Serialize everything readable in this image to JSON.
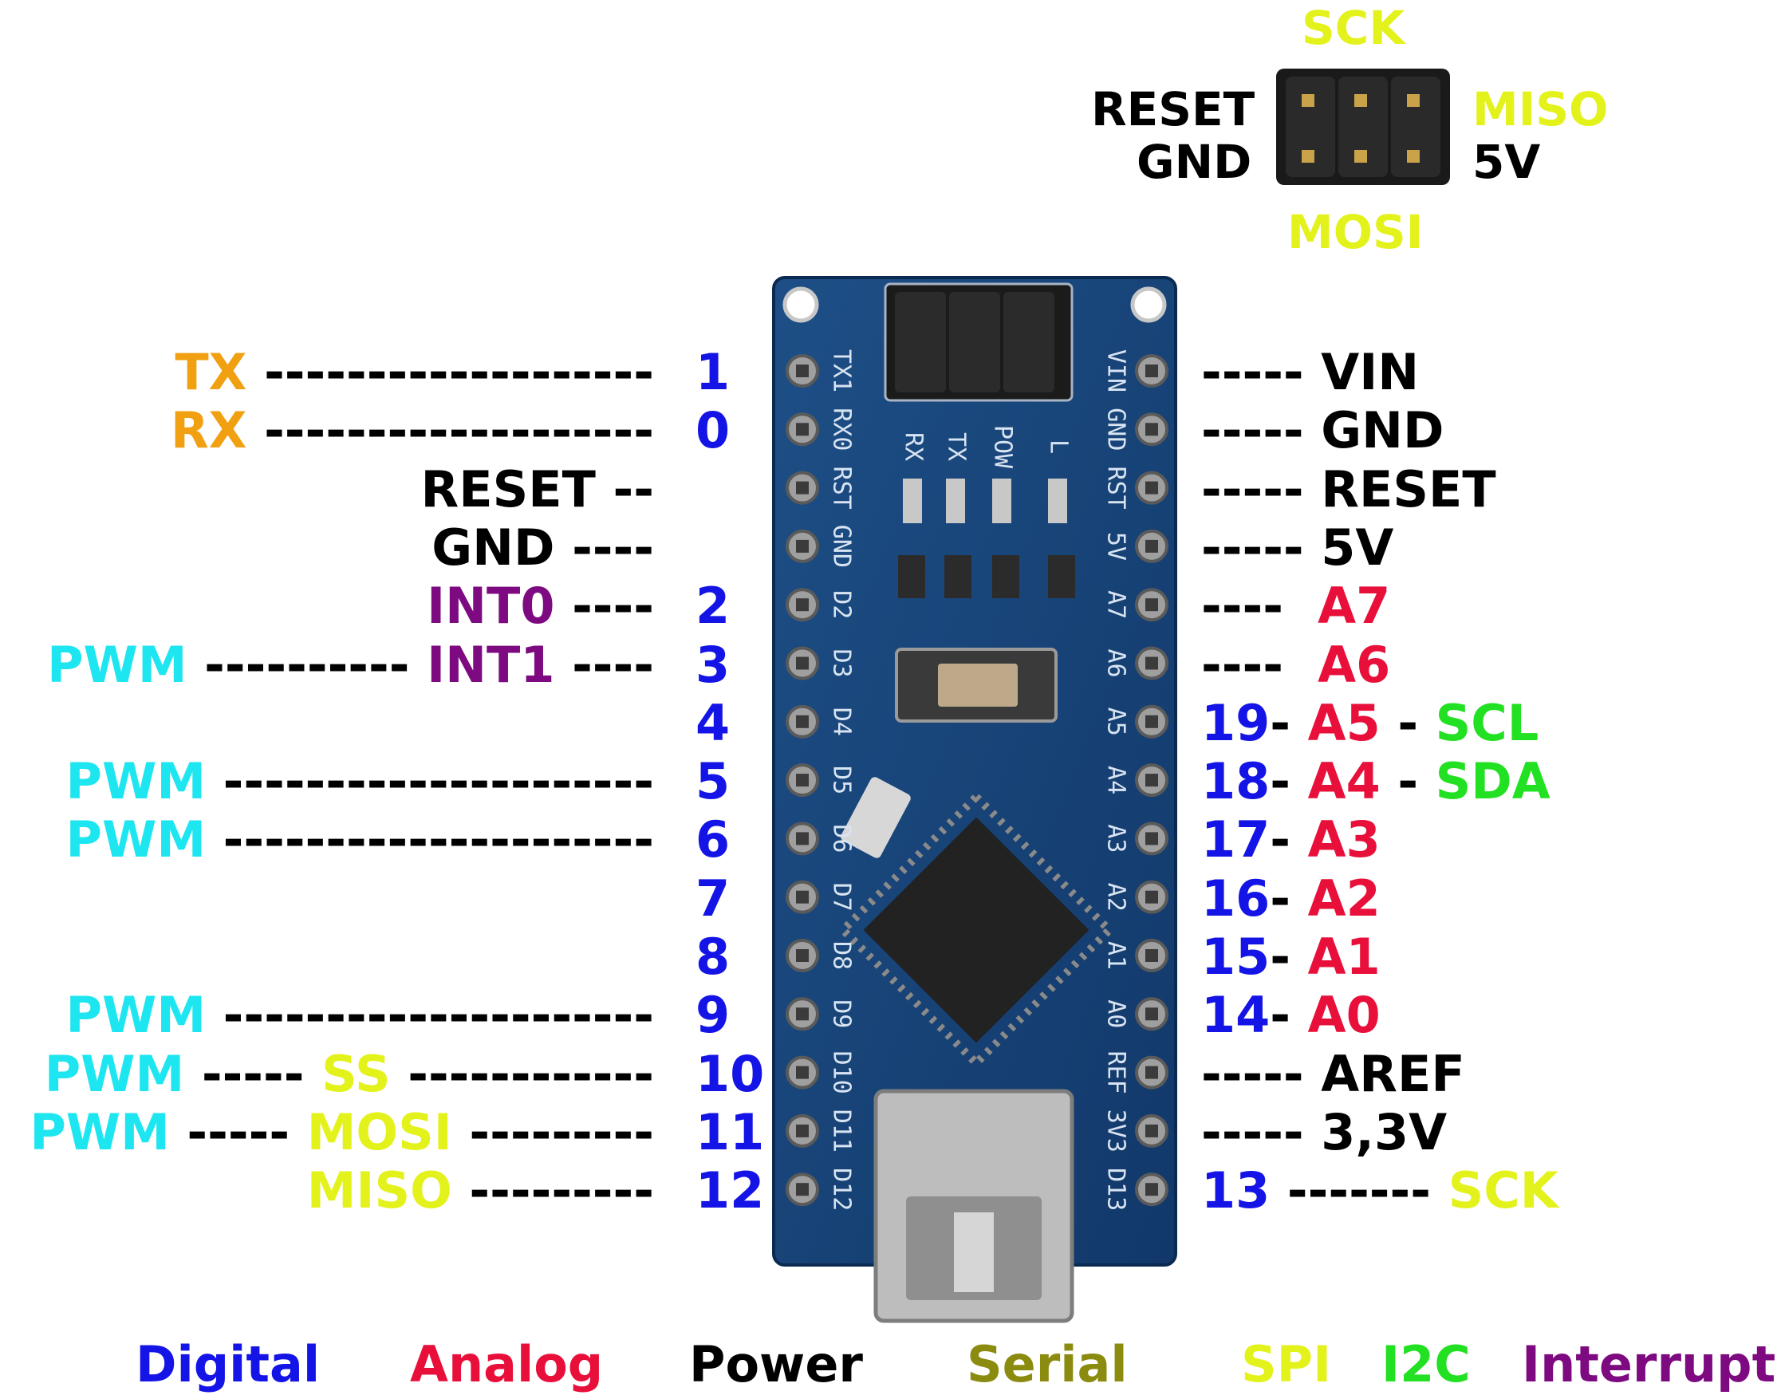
{
  "colors": {
    "digital": "#1414e6",
    "analog": "#e8103a",
    "power": "#000000",
    "serial": "#8b8b10",
    "spi": "#e4f21c",
    "i2c": "#22e022",
    "interrupt": "#7d0a80",
    "uart": "#f0a010",
    "pwm": "#1ee6f0"
  },
  "icsp": {
    "top": "SCK",
    "left_upper": "RESET",
    "left_lower": "GND",
    "right_upper": "MISO",
    "right_lower": "5V",
    "bottom": "MOSI"
  },
  "left_rows": [
    {
      "segments": [
        {
          "t": "TX",
          "c": "uart"
        },
        {
          "t": " -------------------",
          "c": "power"
        }
      ],
      "num": "1"
    },
    {
      "segments": [
        {
          "t": "RX",
          "c": "uart"
        },
        {
          "t": " -------------------",
          "c": "power"
        }
      ],
      "num": "0"
    },
    {
      "segments": [
        {
          "t": "RESET --",
          "c": "power"
        }
      ],
      "num": ""
    },
    {
      "segments": [
        {
          "t": "GND ----",
          "c": "power"
        }
      ],
      "num": ""
    },
    {
      "segments": [
        {
          "t": "INT0",
          "c": "interrupt"
        },
        {
          "t": " ----",
          "c": "power"
        }
      ],
      "num": "2"
    },
    {
      "segments": [
        {
          "t": "PWM",
          "c": "pwm"
        },
        {
          "t": " ---------- ",
          "c": "power"
        },
        {
          "t": "INT1",
          "c": "interrupt"
        },
        {
          "t": " ----",
          "c": "power"
        }
      ],
      "num": "3"
    },
    {
      "segments": [],
      "num": "4"
    },
    {
      "segments": [
        {
          "t": "PWM",
          "c": "pwm"
        },
        {
          "t": " ---------------------",
          "c": "power"
        }
      ],
      "num": "5"
    },
    {
      "segments": [
        {
          "t": "PWM",
          "c": "pwm"
        },
        {
          "t": " ---------------------",
          "c": "power"
        }
      ],
      "num": "6"
    },
    {
      "segments": [],
      "num": "7"
    },
    {
      "segments": [],
      "num": "8"
    },
    {
      "segments": [
        {
          "t": "PWM",
          "c": "pwm"
        },
        {
          "t": " ---------------------",
          "c": "power"
        }
      ],
      "num": "9"
    },
    {
      "segments": [
        {
          "t": "PWM",
          "c": "pwm"
        },
        {
          "t": " ----- ",
          "c": "power"
        },
        {
          "t": "SS",
          "c": "spi"
        },
        {
          "t": " ------------",
          "c": "power"
        }
      ],
      "num": "10"
    },
    {
      "segments": [
        {
          "t": "PWM",
          "c": "pwm"
        },
        {
          "t": " ----- ",
          "c": "power"
        },
        {
          "t": "MOSI",
          "c": "spi"
        },
        {
          "t": " ---------",
          "c": "power"
        }
      ],
      "num": "11"
    },
    {
      "segments": [
        {
          "t": "MISO",
          "c": "spi"
        },
        {
          "t": " ---------",
          "c": "power"
        }
      ],
      "num": "12"
    }
  ],
  "right_rows": [
    {
      "segments": [
        {
          "t": "----- ",
          "c": "power"
        },
        {
          "t": "VIN",
          "c": "power"
        }
      ]
    },
    {
      "segments": [
        {
          "t": "----- ",
          "c": "power"
        },
        {
          "t": "GND",
          "c": "power"
        }
      ]
    },
    {
      "segments": [
        {
          "t": "----- ",
          "c": "power"
        },
        {
          "t": "RESET",
          "c": "power"
        }
      ]
    },
    {
      "segments": [
        {
          "t": "----- ",
          "c": "power"
        },
        {
          "t": "5V",
          "c": "power"
        }
      ]
    },
    {
      "segments": [
        {
          "t": "----  ",
          "c": "power"
        },
        {
          "t": "A7",
          "c": "analog"
        }
      ]
    },
    {
      "segments": [
        {
          "t": "----  ",
          "c": "power"
        },
        {
          "t": "A6",
          "c": "analog"
        }
      ]
    },
    {
      "segments": [
        {
          "t": "19",
          "c": "digital"
        },
        {
          "t": "- ",
          "c": "power"
        },
        {
          "t": "A5",
          "c": "analog"
        },
        {
          "t": " - ",
          "c": "power"
        },
        {
          "t": "SCL",
          "c": "i2c"
        }
      ]
    },
    {
      "segments": [
        {
          "t": "18",
          "c": "digital"
        },
        {
          "t": "- ",
          "c": "power"
        },
        {
          "t": "A4",
          "c": "analog"
        },
        {
          "t": " - ",
          "c": "power"
        },
        {
          "t": "SDA",
          "c": "i2c"
        }
      ]
    },
    {
      "segments": [
        {
          "t": "17",
          "c": "digital"
        },
        {
          "t": "- ",
          "c": "power"
        },
        {
          "t": "A3",
          "c": "analog"
        }
      ]
    },
    {
      "segments": [
        {
          "t": "16",
          "c": "digital"
        },
        {
          "t": "- ",
          "c": "power"
        },
        {
          "t": "A2",
          "c": "analog"
        }
      ]
    },
    {
      "segments": [
        {
          "t": "15",
          "c": "digital"
        },
        {
          "t": "- ",
          "c": "power"
        },
        {
          "t": "A1",
          "c": "analog"
        }
      ]
    },
    {
      "segments": [
        {
          "t": "14",
          "c": "digital"
        },
        {
          "t": "- ",
          "c": "power"
        },
        {
          "t": "A0",
          "c": "analog"
        }
      ]
    },
    {
      "segments": [
        {
          "t": "----- ",
          "c": "power"
        },
        {
          "t": "AREF",
          "c": "power"
        }
      ]
    },
    {
      "segments": [
        {
          "t": "----- ",
          "c": "power"
        },
        {
          "t": "3,3V",
          "c": "power"
        }
      ]
    },
    {
      "segments": [
        {
          "t": "13",
          "c": "digital"
        },
        {
          "t": " ------- ",
          "c": "power"
        },
        {
          "t": "SCK",
          "c": "spi"
        }
      ]
    }
  ],
  "legend": [
    {
      "label": "Digital",
      "c": "digital"
    },
    {
      "label": "Analog",
      "c": "analog"
    },
    {
      "label": "Power",
      "c": "power"
    },
    {
      "label": "Serial",
      "c": "serial"
    },
    {
      "label": "SPI",
      "c": "spi"
    },
    {
      "label": "I2C",
      "c": "i2c"
    },
    {
      "label": "Interrupt",
      "c": "interrupt"
    }
  ],
  "silkscreen": {
    "left": [
      "TX1",
      "RX0",
      "RST",
      "GND",
      "D2",
      "D3",
      "D4",
      "D5",
      "D6",
      "D7",
      "D8",
      "D9",
      "D10",
      "D11",
      "D12"
    ],
    "right": [
      "VIN",
      "GND",
      "RST",
      "5V",
      "A7",
      "A6",
      "A5",
      "A4",
      "A3",
      "A2",
      "A1",
      "A0",
      "REF",
      "3V3",
      "D13"
    ],
    "leds": [
      "RX",
      "TX",
      "POW",
      "L"
    ]
  }
}
